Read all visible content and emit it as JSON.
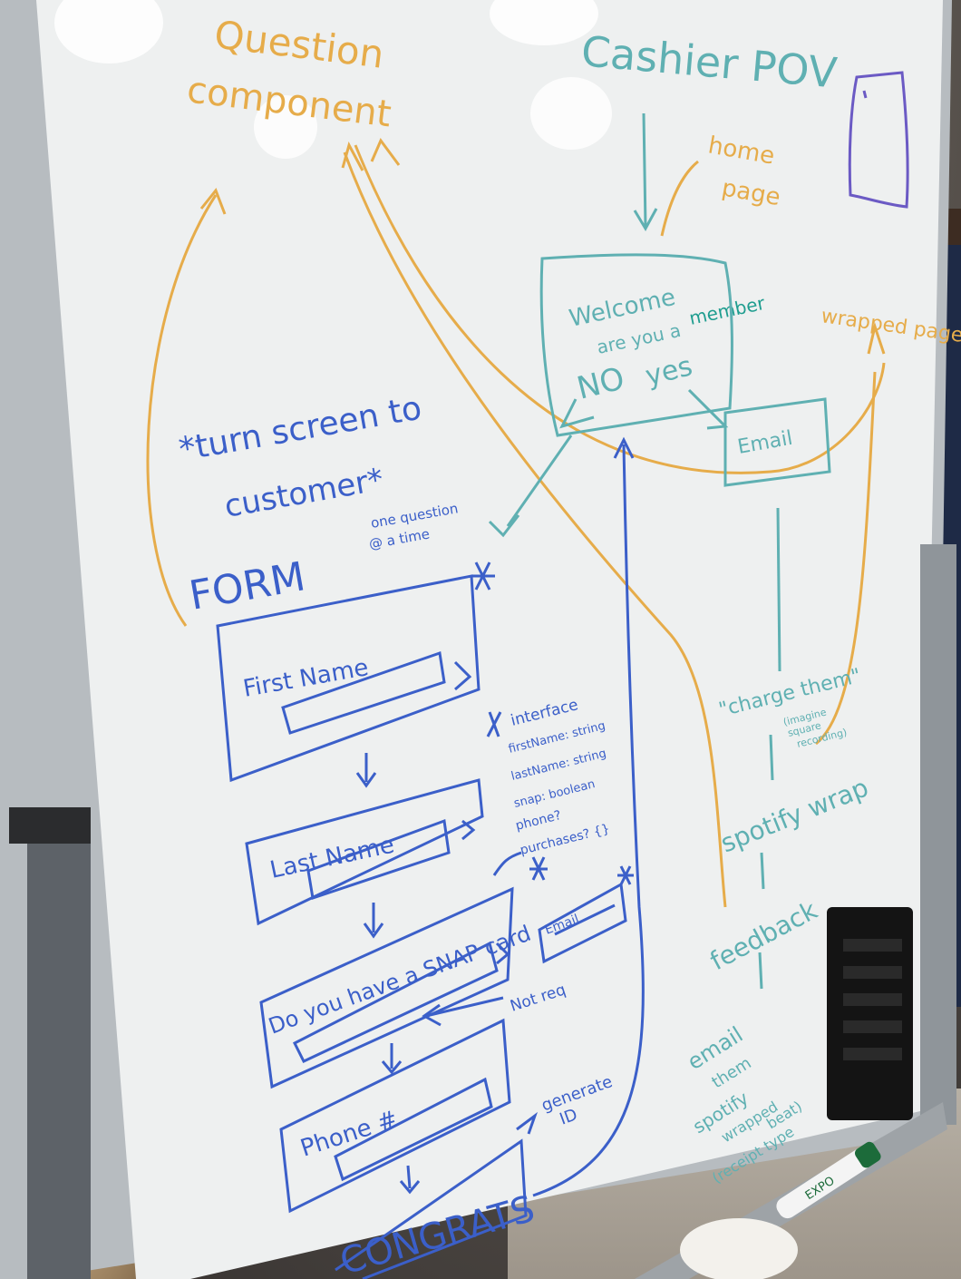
{
  "board": {
    "question_component": [
      "Question",
      "component"
    ],
    "cashier_pov": "Cashier POV",
    "home_page": [
      "home",
      "page"
    ],
    "welcome": [
      "Welcome",
      "are you a",
      "member"
    ],
    "no_yes": [
      "NO",
      "yes"
    ],
    "wrapped_page": "wrapped page",
    "email_box": "Email",
    "turn_screen": [
      "*turn screen to",
      "customer*"
    ],
    "form": "FORM",
    "one_question": [
      "one question",
      "@ a time"
    ],
    "first_name": "First Name",
    "last_name": "Last Name",
    "snap_question": "Do you have a SNAP card",
    "email_small": "Email",
    "not_req": "Not req",
    "phone": "Phone #",
    "congrats": "CONGRATS",
    "generate_id": [
      "generate",
      "ID"
    ],
    "interface": [
      "interface",
      "firstName: string",
      "lastName: string",
      "snap: boolean",
      "phone?",
      "purchases? {}"
    ],
    "charge_them": "\"charge them\"",
    "charge_sub": [
      "(imagine",
      "square",
      "recording)"
    ],
    "spotify_wrap": "spotify wrap",
    "feedback": "feedback",
    "email_them": [
      "email",
      "them",
      "spotify",
      "wrapped",
      "(receipt type",
      "beat)"
    ],
    "marker_label": "EXPO"
  }
}
